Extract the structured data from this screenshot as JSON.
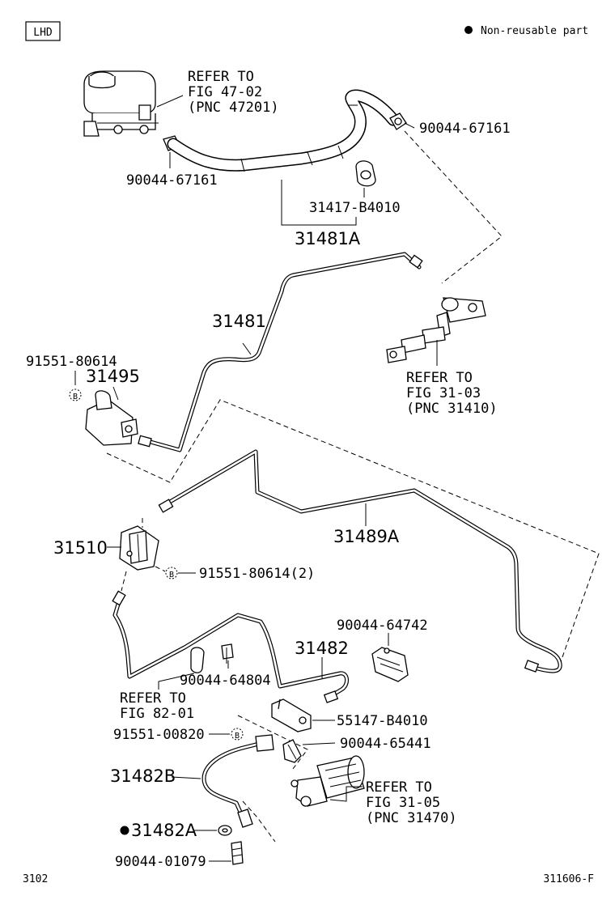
{
  "header": {
    "lhd_box": "LHD",
    "legend_text": "Non-reusable part"
  },
  "labels": {
    "refer_47_02_l1": "REFER TO",
    "refer_47_02_l2": "FIG 47-02",
    "refer_47_02_l3": "(PNC 47201)",
    "clamp_upper_left": "90044-67161",
    "clamp_upper_right": "90044-67161",
    "grommet": "31417-B4010",
    "hose_assy": "31481A",
    "tube_main": "31481",
    "bolt_upper": "91551-80614",
    "bracket_upper": "31495",
    "refer_31_03_l1": "REFER TO",
    "refer_31_03_l2": "FIG 31-03",
    "refer_31_03_l3": "(PNC 31410)",
    "bracket_mid": "31510",
    "bolt_mid": "91551-80614(2)",
    "tube_long": "31489A",
    "clamp_64742": "90044-64742",
    "tube_lower": "31482",
    "clip_64804": "90044-64804",
    "refer_82_01_l1": "REFER TO",
    "refer_82_01_l2": "FIG 82-01",
    "bracket_55147": "55147-B4010",
    "bolt_00820": "91551-00820",
    "clip_65441": "90044-65441",
    "hose_lower": "31482B",
    "refer_31_05_l1": "REFER TO",
    "refer_31_05_l2": "FIG 31-05",
    "refer_31_05_l3": "(PNC 31470)",
    "gasket": "31482A",
    "bleeder": "90044-01079",
    "bolt_marker": "B"
  },
  "footer": {
    "page_number": "3102",
    "figure_code": "311606-F"
  }
}
